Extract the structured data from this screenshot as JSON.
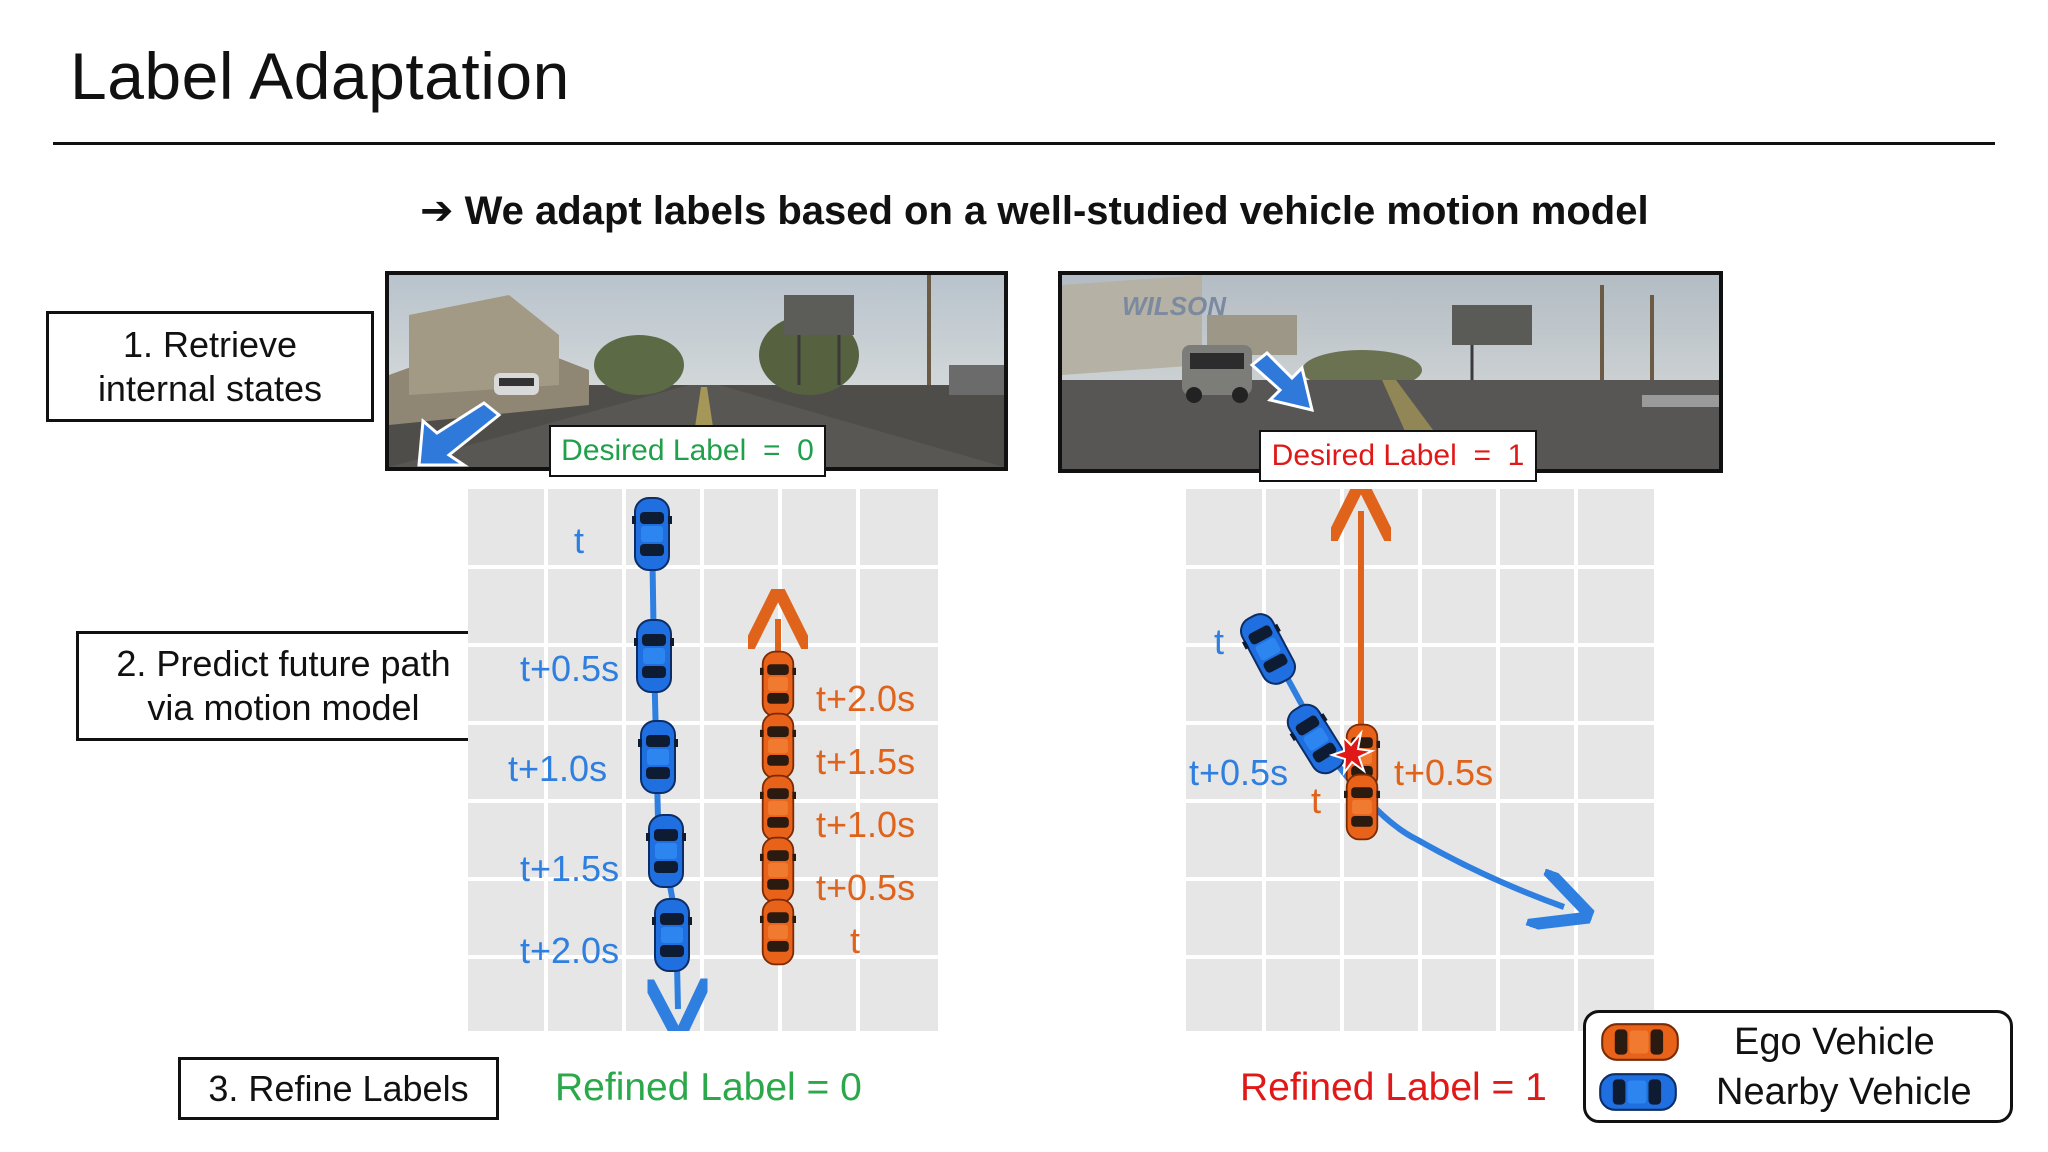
{
  "slide": {
    "title": "Label Adaptation",
    "subtitle": "➔ We adapt labels based on a well-studied vehicle motion model"
  },
  "steps": {
    "step1": "1. Retrieve\ninternal states",
    "step2": "2. Predict future path\nvia motion model",
    "step3": "3. Refine Labels"
  },
  "left_example": {
    "desired_label": "Desired Label  =  0",
    "refined_label": "Refined Label = 0",
    "nearby_times": [
      "t",
      "t+0.5s",
      "t+1.0s",
      "t+1.5s",
      "t+2.0s"
    ],
    "ego_times": [
      "t+2.0s",
      "t+1.5s",
      "t+1.0s",
      "t+0.5s",
      "t"
    ]
  },
  "right_example": {
    "desired_label": "Desired Label  =  1",
    "refined_label": "Refined Label = 1",
    "nearby_times": [
      "t",
      "t+0.5s"
    ],
    "ego_times": [
      "t+0.5s",
      "t"
    ],
    "billboard_text": "WILSON"
  },
  "legend": {
    "ego": "Ego Vehicle",
    "nearby": "Nearby Vehicle"
  },
  "colors": {
    "ego": "#e0631c",
    "nearby": "#2f7fe0",
    "label_zero": "#2aa84a",
    "label_one": "#e01818",
    "grid_bg": "#e6e6e6"
  }
}
